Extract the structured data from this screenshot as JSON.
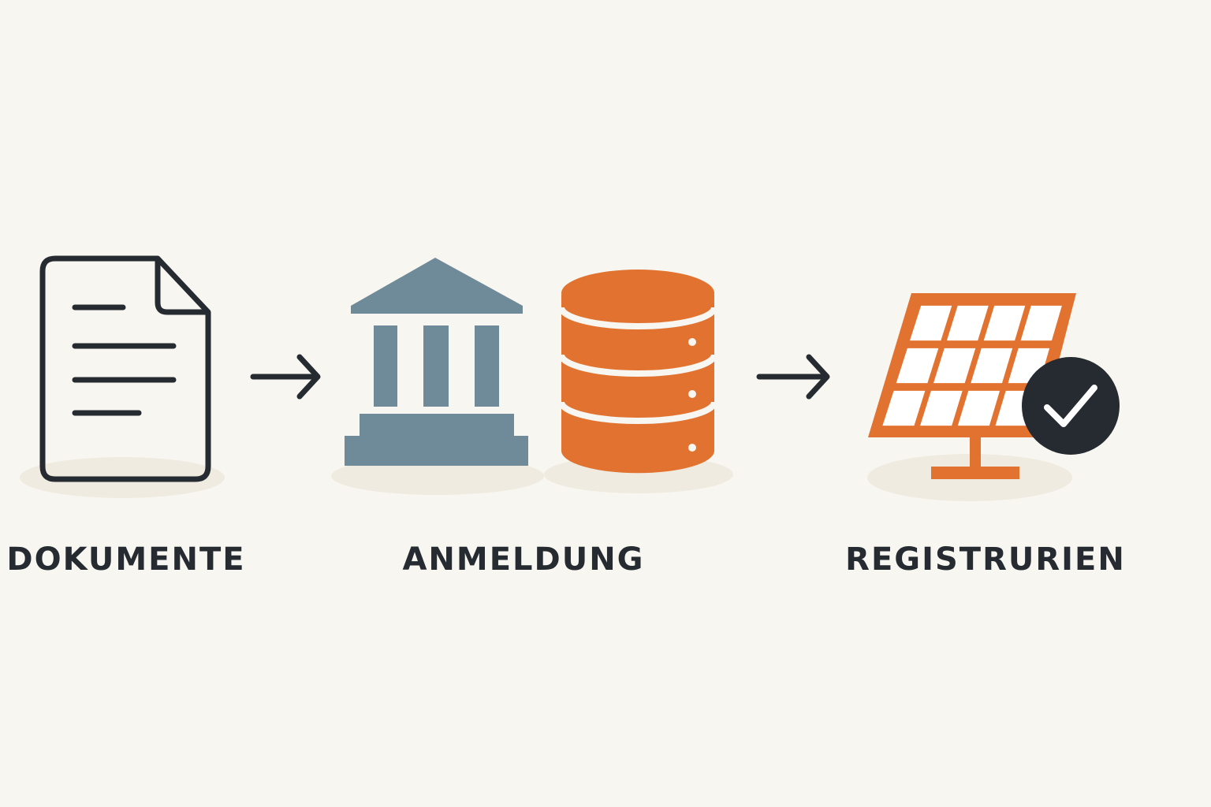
{
  "colors": {
    "background": "#f8f6f1",
    "ink": "#252b30",
    "slate": "#6f8a99",
    "orange": "#e2722f",
    "cream": "#f8f6f1",
    "shadow": "#f0ebe0",
    "check_fill": "#252b30",
    "white": "#ffffff"
  },
  "steps": [
    {
      "label": "DOKUMENTE",
      "icons": [
        "document-icon"
      ]
    },
    {
      "label": "ANMELDUNG",
      "icons": [
        "bank-building-icon",
        "database-icon"
      ]
    },
    {
      "label": "REGISTRURIEN",
      "icons": [
        "solar-panel-icon",
        "checkmark-badge-icon"
      ]
    }
  ],
  "connectors": [
    "arrow-right-icon",
    "arrow-right-icon"
  ]
}
